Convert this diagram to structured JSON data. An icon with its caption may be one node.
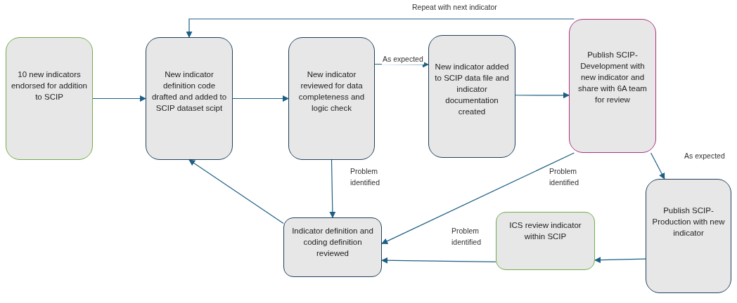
{
  "diagram": {
    "nodes": [
      {
        "text": [
          "10 new indicators endorsed for addition to SCIP"
        ]
      },
      {
        "text": [
          "New indicator definition code drafted and added to SCIP dataset scipt"
        ]
      },
      {
        "text": [
          "New indicator reviewed for data completeness and logic check"
        ]
      },
      {
        "text": [
          "New indicator added to SCIP data file and indicator documentation created"
        ]
      },
      {
        "text": [
          "Publish SCIP-Development with new indicator and share with 6A team for review"
        ]
      },
      {
        "text": [
          "Publish SCIP-Production with new indicator"
        ]
      },
      {
        "text": [
          "ICS review indicator within SCIP"
        ]
      },
      {
        "text": [
          "Indicator definition and coding definition reviewed"
        ]
      }
    ],
    "edges": [
      {
        "from": 0,
        "to": 1,
        "arrow": "to"
      },
      {
        "from": 1,
        "to": 2,
        "arrow": "to"
      },
      {
        "from": 2,
        "to": 3,
        "arrow": "to",
        "label": "As expected"
      },
      {
        "from": 3,
        "to": 4,
        "arrow": "to"
      },
      {
        "from": 4,
        "to": 1,
        "arrow": "to",
        "label": "Repeat with next indicator"
      },
      {
        "from": 4,
        "to": 5,
        "arrow": "to",
        "label": "As expected"
      },
      {
        "from": 4,
        "to": 7,
        "arrow": "to",
        "label": "Problem identified"
      },
      {
        "from": 2,
        "to": 7,
        "arrow": "to",
        "label": "Problem identified"
      },
      {
        "from": 5,
        "to": 6,
        "arrow": "to"
      },
      {
        "from": 6,
        "to": 7,
        "arrow": "to",
        "label": "Problem identified"
      },
      {
        "from": 7,
        "to": 1,
        "arrow": "to"
      }
    ]
  }
}
